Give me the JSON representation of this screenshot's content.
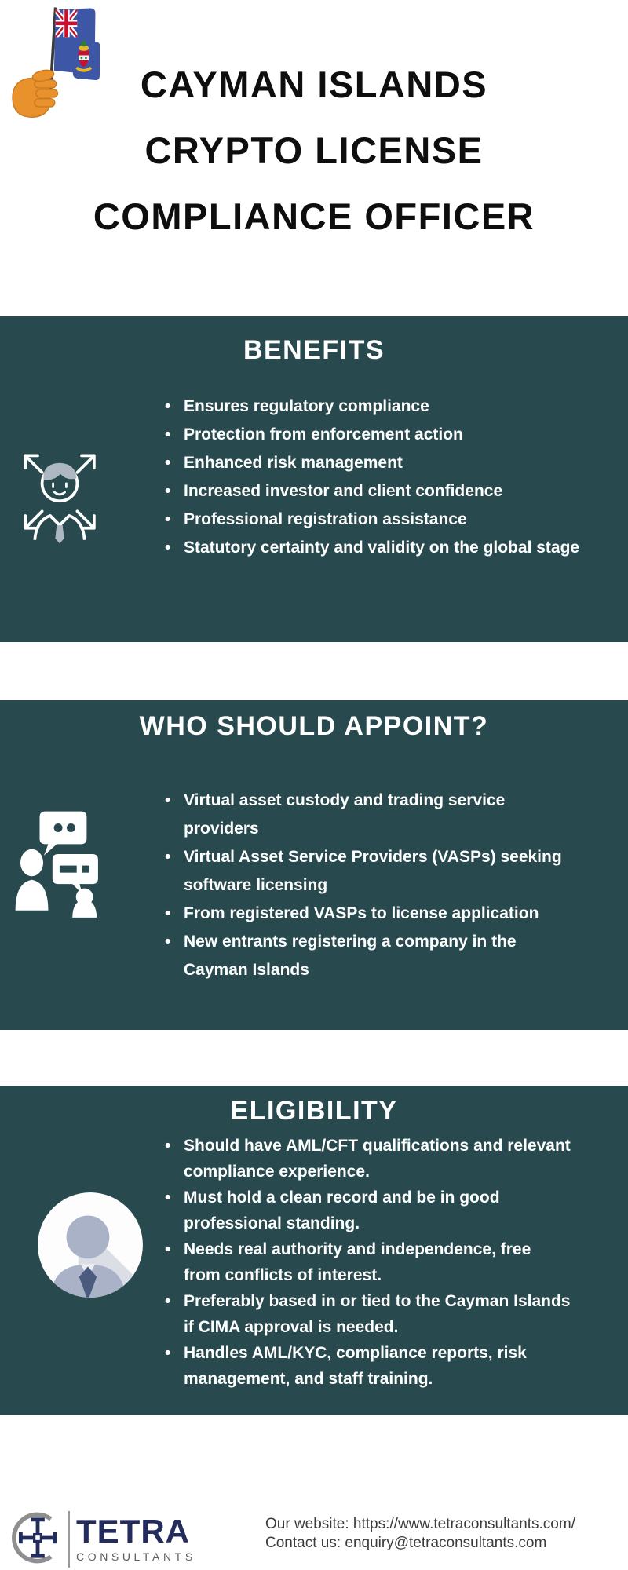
{
  "header": {
    "title_lines": [
      "CAYMAN ISLANDS",
      "CRYPTO LICENSE",
      "COMPLIANCE OFFICER"
    ]
  },
  "colors": {
    "section_background": "#284A4F",
    "text_on_dark": "#FFFFFF",
    "title_text": "#0E0E0E",
    "logo_navy": "#232C5C",
    "logo_gray": "#8F8F8F",
    "footer_text": "#3B3B3B",
    "flag_blue": "#3D56A6",
    "flag_red": "#C8102E",
    "hand_orange": "#E8912D",
    "icon_accent_gray": "#AEB8C2"
  },
  "sections": [
    {
      "title": "BENEFITS",
      "icon": "person-expand-arrows-icon",
      "bullets": [
        "Ensures regulatory compliance",
        "Protection from enforcement action",
        "Enhanced risk management",
        "Increased investor and client confidence",
        "Professional registration assistance",
        "Statutory certainty and validity on the global stage"
      ]
    },
    {
      "title": "WHO SHOULD APPOINT?",
      "icon": "conversation-people-icon",
      "bullets": [
        "Virtual asset custody and trading service providers",
        "Virtual Asset Service Providers (VASPs) seeking software licensing",
        "From registered VASPs to license application",
        "New entrants registering a company in the Cayman Islands"
      ]
    },
    {
      "title": "ELIGIBILITY",
      "icon": "professional-avatar-icon",
      "bullets": [
        "Should have AML/CFT qualifications and relevant compliance experience.",
        "Must hold a clean record and be in good professional standing.",
        "Needs real authority and independence, free from conflicts of interest.",
        "Preferably based in or tied to the Cayman Islands if CIMA approval is needed.",
        "Handles AML/KYC, compliance reports, risk management, and staff training."
      ]
    }
  ],
  "footer": {
    "brand_name": "TETRA",
    "brand_subtitle": "CONSULTANTS",
    "website_line": "Our website: https://www.tetraconsultants.com/",
    "contact_line": "Contact us: enquiry@tetraconsultants.com"
  }
}
